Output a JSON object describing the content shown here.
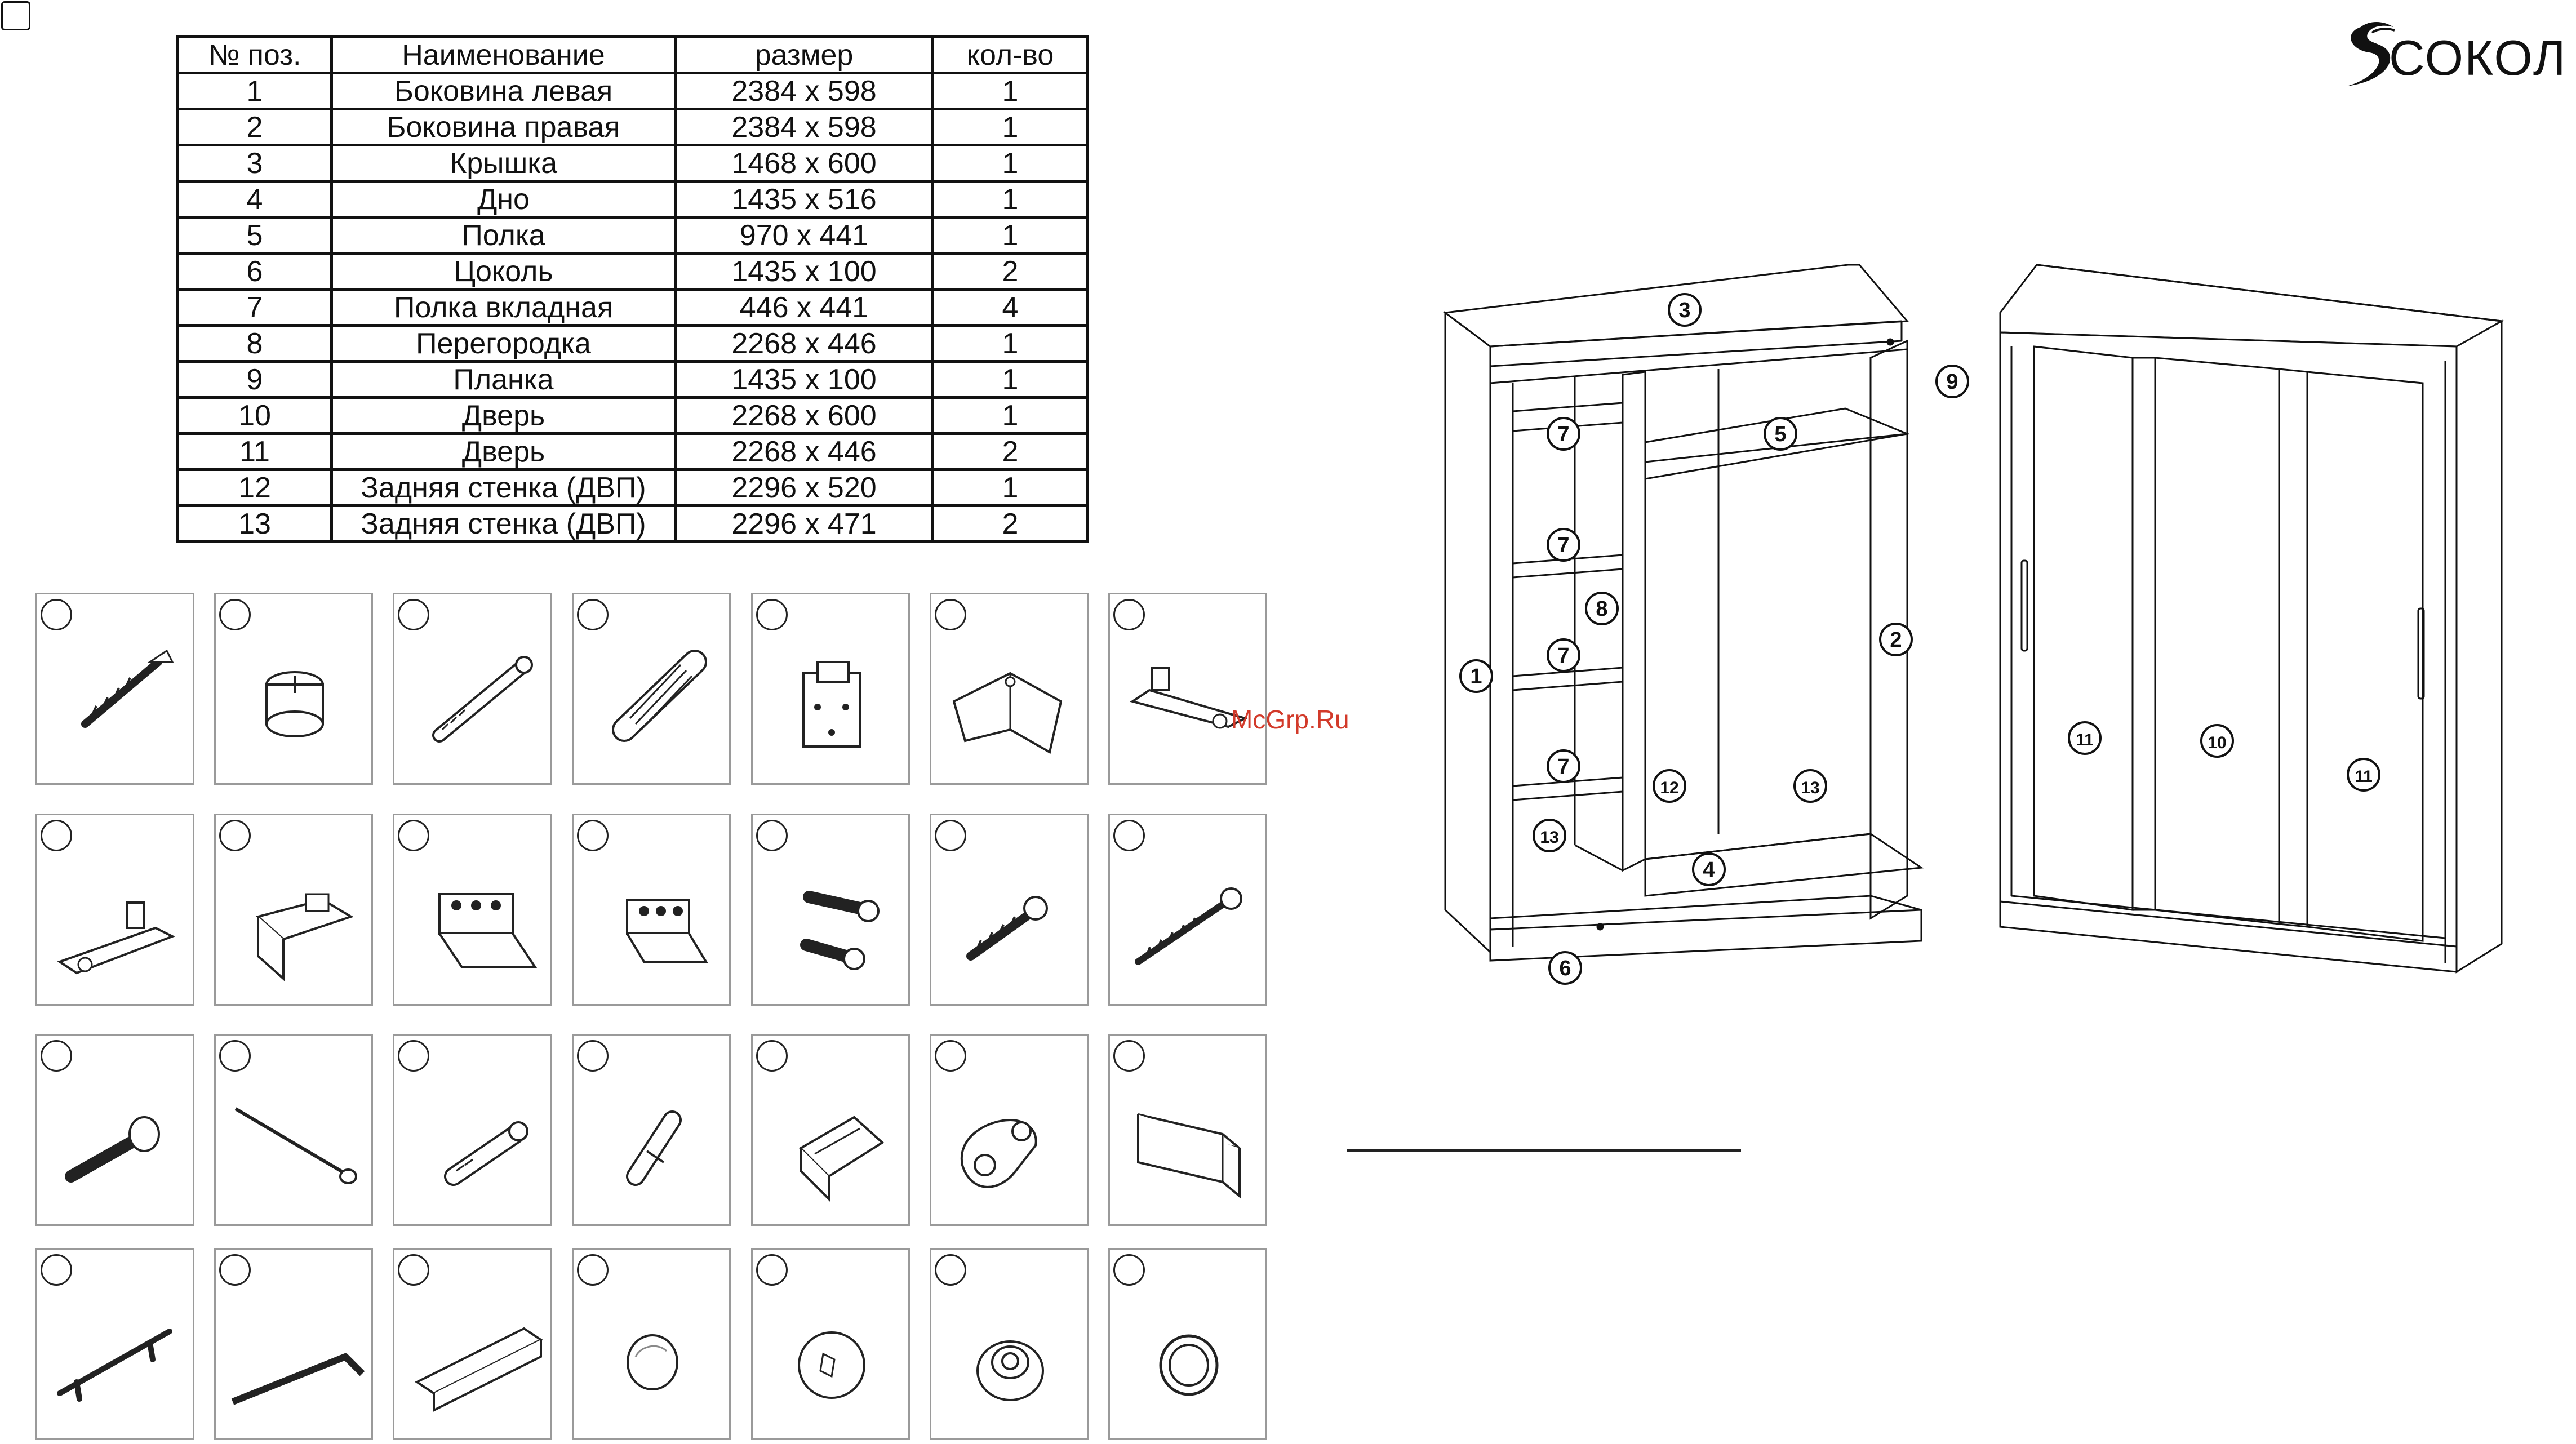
{
  "table": {
    "headers": [
      "№ поз.",
      "Наименование",
      "размер",
      "кол-во"
    ],
    "rows": [
      [
        "1",
        "Боковина левая",
        "2384 x 598",
        "1"
      ],
      [
        "2",
        "Боковина правая",
        "2384 x 598",
        "1"
      ],
      [
        "3",
        "Крышка",
        "1468 x 600",
        "1"
      ],
      [
        "4",
        "Дно",
        "1435 x 516",
        "1"
      ],
      [
        "5",
        "Полка",
        "970 x 441",
        "1"
      ],
      [
        "6",
        "Цоколь",
        "1435 x 100",
        "2"
      ],
      [
        "7",
        "Полка вкладная",
        "446 x 441",
        "4"
      ],
      [
        "8",
        "Перегородка",
        "2268 x 446",
        "1"
      ],
      [
        "9",
        "Планка",
        "1435 x 100",
        "1"
      ],
      [
        "10",
        "Дверь",
        "2268 x 600",
        "1"
      ],
      [
        "11",
        "Дверь",
        "2268 x 446",
        "2"
      ],
      [
        "12",
        "Задняя стенка (ДВП)",
        "2296 x 520",
        "1"
      ],
      [
        "13",
        "Задняя стенка (ДВП)",
        "2296 x 471",
        "2"
      ]
    ]
  },
  "logo": {
    "text": "СОКОЛ",
    "icon": "falcon-s-icon"
  },
  "watermark": "McGrp.Ru",
  "hardware": [
    [
      "confirmat-screw-icon",
      "eccentric-cam-icon",
      "cam-bolt-icon",
      "wooden-dowel-icon",
      "shelf-bracket-icon",
      "roller-guide-icon",
      "door-roller-icon"
    ],
    [
      "bottom-roller-icon",
      "clip-bracket-icon",
      "l-bracket-3-hole-icon",
      "l-bracket-small-icon",
      "euro-screw-pair-icon",
      "wood-screw-icon",
      "long-wood-screw-icon"
    ],
    [
      "machine-screw-icon",
      "nail-icon",
      "cam-connector-icon",
      "shelf-pin-icon",
      "top-track-stop-icon",
      "door-stop-icon",
      "rail-end-cap-icon"
    ],
    [
      "door-handle-icon",
      "hex-key-icon",
      "guide-profile-icon",
      "cap-plug-icon",
      "screw-cover-icon",
      "adjustable-foot-icon",
      "rubber-ring-icon"
    ]
  ],
  "diagram": {
    "callouts_open": [
      {
        "num": "1"
      },
      {
        "num": "2"
      },
      {
        "num": "3"
      },
      {
        "num": "4"
      },
      {
        "num": "5"
      },
      {
        "num": "6"
      },
      {
        "num": "7"
      },
      {
        "num": "7"
      },
      {
        "num": "7"
      },
      {
        "num": "7"
      },
      {
        "num": "8"
      },
      {
        "num": "9"
      },
      {
        "num": "12"
      },
      {
        "num": "13"
      },
      {
        "num": "13"
      }
    ],
    "callouts_closed": [
      {
        "num": "11"
      },
      {
        "num": "10"
      },
      {
        "num": "11"
      }
    ]
  }
}
